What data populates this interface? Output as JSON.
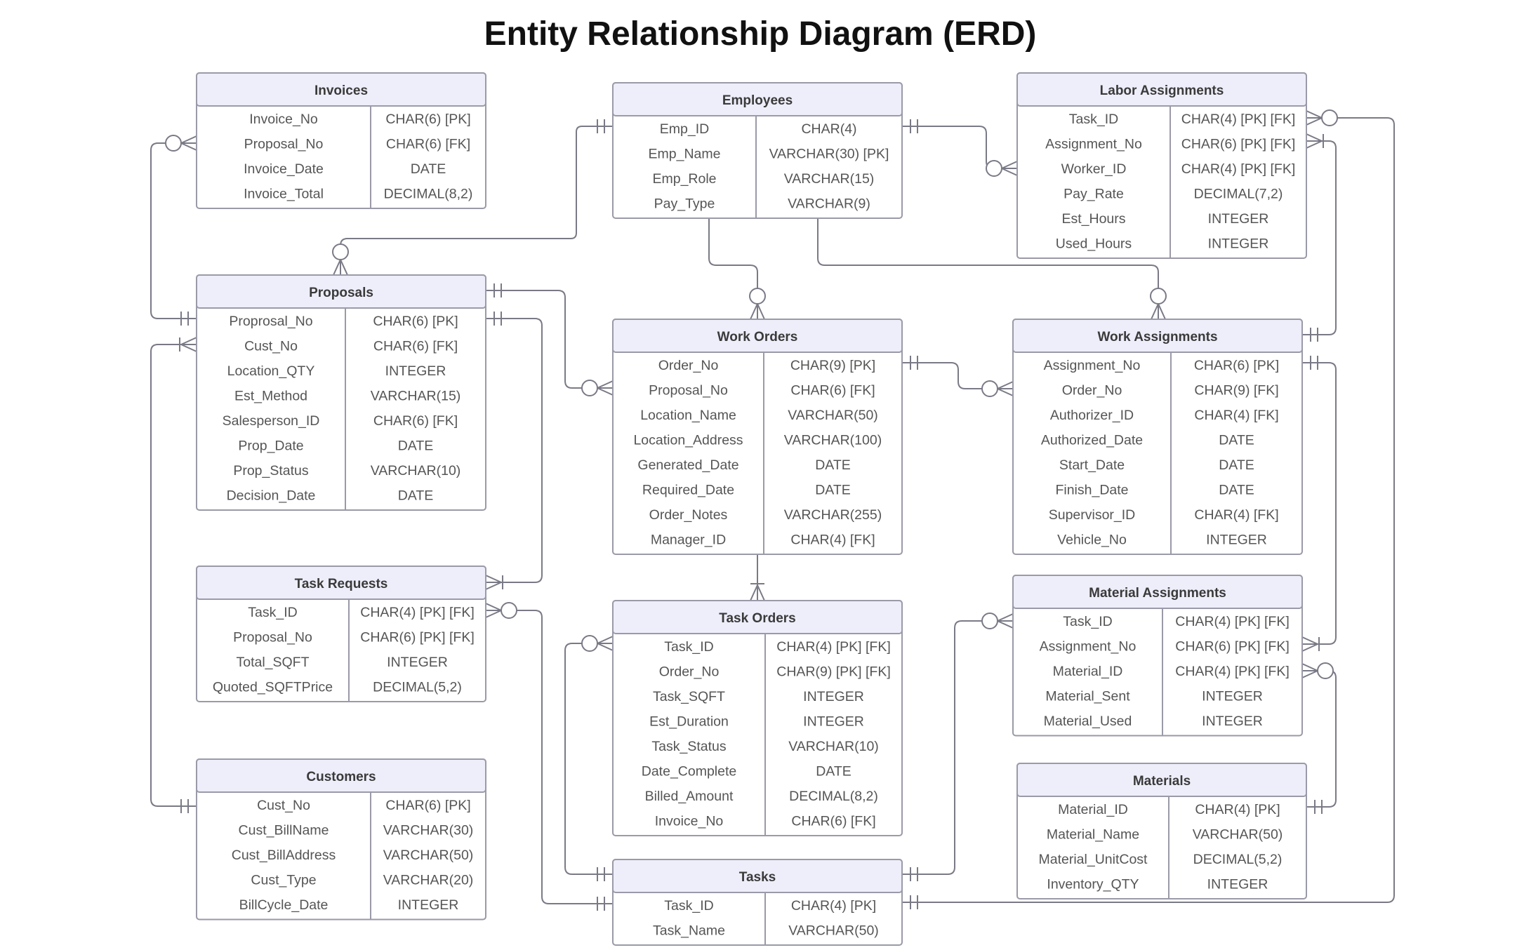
{
  "title": "Entity Relationship Diagram (ERD)",
  "entities": {
    "invoices": {
      "name": "Invoices",
      "rows": [
        [
          "Invoice_No",
          "CHAR(6) [PK]"
        ],
        [
          "Proposal_No",
          "CHAR(6) [FK]"
        ],
        [
          "Invoice_Date",
          "DATE"
        ],
        [
          "Invoice_Total",
          "DECIMAL(8,2)"
        ]
      ]
    },
    "employees": {
      "name": "Employees",
      "rows": [
        [
          "Emp_ID",
          "CHAR(4)"
        ],
        [
          "Emp_Name",
          "VARCHAR(30) [PK]"
        ],
        [
          "Emp_Role",
          "VARCHAR(15)"
        ],
        [
          "Pay_Type",
          "VARCHAR(9)"
        ]
      ]
    },
    "labor_assignments": {
      "name": "Labor Assignments",
      "rows": [
        [
          "Task_ID",
          "CHAR(4) [PK] [FK]"
        ],
        [
          "Assignment_No",
          "CHAR(6) [PK] [FK]"
        ],
        [
          "Worker_ID",
          "CHAR(4) [PK] [FK]"
        ],
        [
          "Pay_Rate",
          "DECIMAL(7,2)"
        ],
        [
          "Est_Hours",
          "INTEGER"
        ],
        [
          "Used_Hours",
          "INTEGER"
        ]
      ]
    },
    "proposals": {
      "name": "Proposals",
      "rows": [
        [
          "Proprosal_No",
          "CHAR(6) [PK]"
        ],
        [
          "Cust_No",
          "CHAR(6) [FK]"
        ],
        [
          "Location_QTY",
          "INTEGER"
        ],
        [
          "Est_Method",
          "VARCHAR(15)"
        ],
        [
          "Salesperson_ID",
          "CHAR(6) [FK]"
        ],
        [
          "Prop_Date",
          "DATE"
        ],
        [
          "Prop_Status",
          "VARCHAR(10)"
        ],
        [
          "Decision_Date",
          "DATE"
        ]
      ]
    },
    "work_orders": {
      "name": "Work Orders",
      "rows": [
        [
          "Order_No",
          "CHAR(9) [PK]"
        ],
        [
          "Proposal_No",
          "CHAR(6) [FK]"
        ],
        [
          "Location_Name",
          "VARCHAR(50)"
        ],
        [
          "Location_Address",
          "VARCHAR(100)"
        ],
        [
          "Generated_Date",
          "DATE"
        ],
        [
          "Required_Date",
          "DATE"
        ],
        [
          "Order_Notes",
          "VARCHAR(255)"
        ],
        [
          "Manager_ID",
          "CHAR(4) [FK]"
        ]
      ]
    },
    "work_assignments": {
      "name": "Work Assignments",
      "rows": [
        [
          "Assignment_No",
          "CHAR(6) [PK]"
        ],
        [
          "Order_No",
          "CHAR(9) [FK]"
        ],
        [
          "Authorizer_ID",
          "CHAR(4) [FK]"
        ],
        [
          "Authorized_Date",
          "DATE"
        ],
        [
          "Start_Date",
          "DATE"
        ],
        [
          "Finish_Date",
          "DATE"
        ],
        [
          "Supervisor_ID",
          "CHAR(4) [FK]"
        ],
        [
          "Vehicle_No",
          "INTEGER"
        ]
      ]
    },
    "task_requests": {
      "name": "Task Requests",
      "rows": [
        [
          "Task_ID",
          "CHAR(4) [PK] [FK]"
        ],
        [
          "Proposal_No",
          "CHAR(6) [PK] [FK]"
        ],
        [
          "Total_SQFT",
          "INTEGER"
        ],
        [
          "Quoted_SQFTPrice",
          "DECIMAL(5,2)"
        ]
      ]
    },
    "task_orders": {
      "name": "Task Orders",
      "rows": [
        [
          "Task_ID",
          "CHAR(4) [PK] [FK]"
        ],
        [
          "Order_No",
          "CHAR(9) [PK] [FK]"
        ],
        [
          "Task_SQFT",
          "INTEGER"
        ],
        [
          "Est_Duration",
          "INTEGER"
        ],
        [
          "Task_Status",
          "VARCHAR(10)"
        ],
        [
          "Date_Complete",
          "DATE"
        ],
        [
          "Billed_Amount",
          "DECIMAL(8,2)"
        ],
        [
          "Invoice_No",
          "CHAR(6) [FK]"
        ]
      ]
    },
    "material_assignments": {
      "name": "Material Assignments",
      "rows": [
        [
          "Task_ID",
          "CHAR(4) [PK] [FK]"
        ],
        [
          "Assignment_No",
          "CHAR(6) [PK] [FK]"
        ],
        [
          "Material_ID",
          "CHAR(4) [PK] [FK]"
        ],
        [
          "Material_Sent",
          "INTEGER"
        ],
        [
          "Material_Used",
          "INTEGER"
        ]
      ]
    },
    "customers": {
      "name": "Customers",
      "rows": [
        [
          "Cust_No",
          "CHAR(6) [PK]"
        ],
        [
          "Cust_BillName",
          "VARCHAR(30)"
        ],
        [
          "Cust_BillAddress",
          "VARCHAR(50)"
        ],
        [
          "Cust_Type",
          "VARCHAR(20)"
        ],
        [
          "BillCycle_Date",
          "INTEGER"
        ]
      ]
    },
    "materials": {
      "name": "Materials",
      "rows": [
        [
          "Material_ID",
          "CHAR(4) [PK]"
        ],
        [
          "Material_Name",
          "VARCHAR(50)"
        ],
        [
          "Material_UnitCost",
          "DECIMAL(5,2)"
        ],
        [
          "Inventory_QTY",
          "INTEGER"
        ]
      ]
    },
    "tasks": {
      "name": "Tasks",
      "rows": [
        [
          "Task_ID",
          "CHAR(4) [PK]"
        ],
        [
          "Task_Name",
          "VARCHAR(50)"
        ]
      ]
    }
  }
}
